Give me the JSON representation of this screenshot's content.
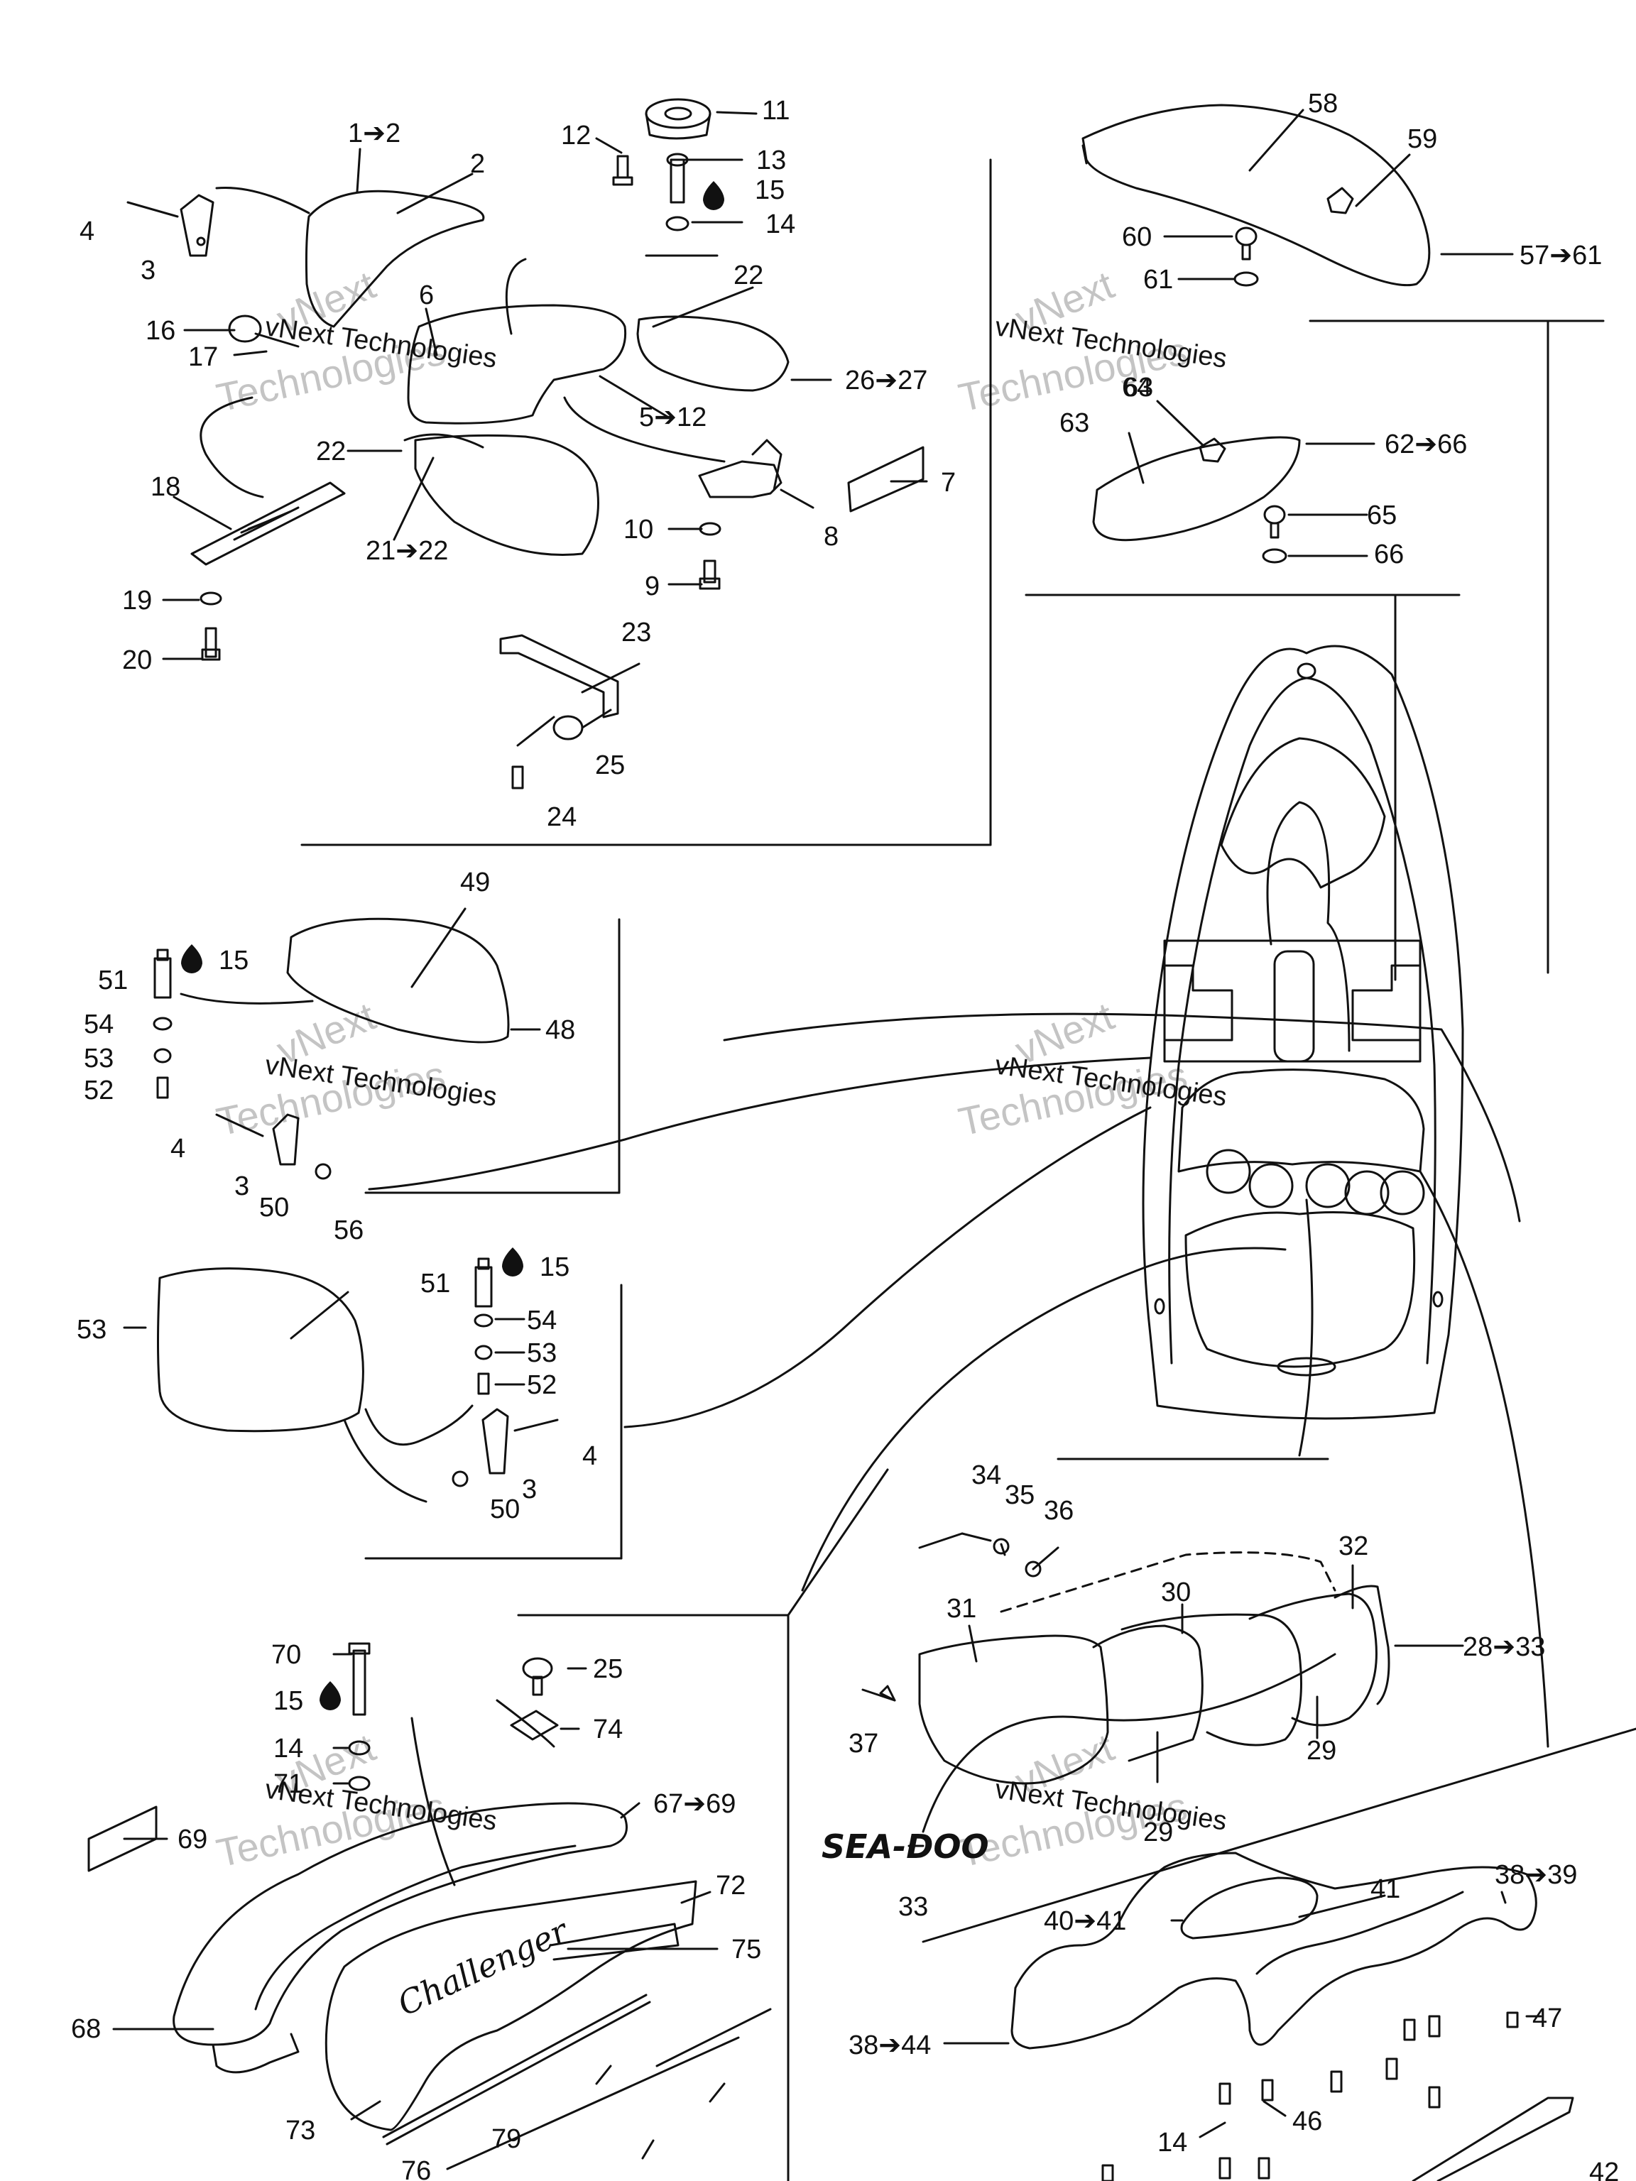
{
  "watermark": {
    "line1": "vNext Technologies",
    "big": "Technologies",
    "small": "vNext"
  },
  "logo_text": "SEA-DOO",
  "script_logo_text": "Challenger",
  "labels": {
    "l_1_2": "1➔2",
    "l_2": "2",
    "l_3a": "3",
    "l_4a": "4",
    "l_5_12": "5➔12",
    "l_6": "6",
    "l_7": "7",
    "l_8": "8",
    "l_9": "9",
    "l_10": "10",
    "l_11": "11",
    "l_12": "12",
    "l_13": "13",
    "l_14a": "14",
    "l_15a": "15",
    "l_16": "16",
    "l_17": "17",
    "l_18": "18",
    "l_19": "19",
    "l_20": "20",
    "l_21_22": "21➔22",
    "l_22a": "22",
    "l_22b": "22",
    "l_23": "23",
    "l_24": "24",
    "l_25a": "25",
    "l_26_27": "26➔27",
    "l_58": "58",
    "l_59": "59",
    "l_60": "60",
    "l_61": "61",
    "l_57_61": "57➔61",
    "l_63": "63",
    "l_64": "64",
    "l_62_66": "62➔66",
    "l_65": "65",
    "l_66": "66",
    "l_49": "49",
    "l_51a": "51",
    "l_15b": "15",
    "l_54a": "54",
    "l_53a": "53",
    "l_52a": "52",
    "l_48": "48",
    "l_4b": "4",
    "l_3b": "3",
    "l_50a": "50",
    "l_56": "56",
    "l_53b": "53",
    "l_51b": "51",
    "l_15c": "15",
    "l_54b": "54",
    "l_53c": "53",
    "l_52b": "52",
    "l_4c": "4",
    "l_3c": "3",
    "l_50b": "50",
    "l_34": "34",
    "l_35": "35",
    "l_36": "36",
    "l_32": "32",
    "l_30": "30",
    "l_31": "31",
    "l_28_33": "28➔33",
    "l_37": "37",
    "l_29a": "29",
    "l_29b": "29",
    "l_33": "33",
    "l_70": "70",
    "l_25b": "25",
    "l_15d": "15",
    "l_74": "74",
    "l_14b": "14",
    "l_71": "71",
    "l_67_69": "67➔69",
    "l_69": "69",
    "l_72": "72",
    "l_75": "75",
    "l_68": "68",
    "l_73": "73",
    "l_79": "79",
    "l_76": "76",
    "l_41": "41",
    "l_40_41": "40➔41",
    "l_38_39": "38➔39",
    "l_47": "47",
    "l_38_44": "38➔44",
    "l_14c": "14",
    "l_46": "46",
    "l_42": "42"
  }
}
